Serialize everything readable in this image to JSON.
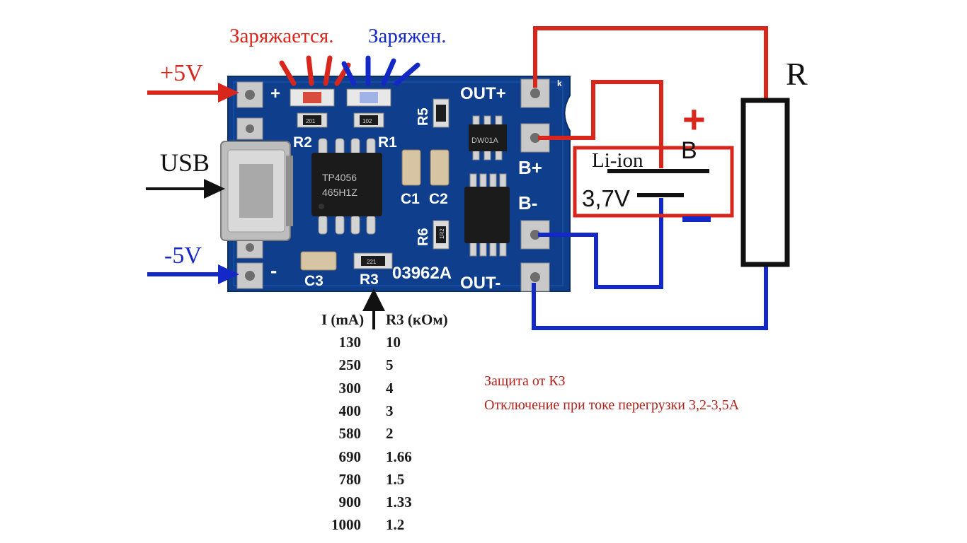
{
  "colors": {
    "red": "#d8261c",
    "blue": "#1428c8",
    "board": "#0f3f8c",
    "pad": "#c9c9c9",
    "text_dark": "#1a1a1a",
    "note_red": "#b3241f"
  },
  "labels": {
    "charging": "Заряжается.",
    "charged": "Заряжен.",
    "plus5v": "+5V",
    "minus5v": "-5V",
    "usb": "USB",
    "r": "R",
    "li_ion": "Li-ion",
    "volt": "3,7V",
    "b_plus_sign": "+",
    "b_letter": "B",
    "b_minus_sign": "_"
  },
  "board": {
    "out_plus": "OUT+",
    "out_minus": "OUT-",
    "b_plus": "B+",
    "b_minus": "B-",
    "r1": "R1",
    "r2": "R2",
    "r3": "R3",
    "r5": "R5",
    "r6": "R6",
    "c1": "C1",
    "c2": "C2",
    "c3": "C3",
    "model": "03962A",
    "chip_line1": "TP4056",
    "chip_line2": "465H1Z",
    "chip2_text": "DW01A",
    "plus_mark": "+",
    "minus_mark": "-",
    "res_r1": "102",
    "res_r2": "201",
    "res_r3": "221",
    "res_r6": "1R2",
    "corner_mark": "k"
  },
  "table": {
    "header_i": "I (mA)",
    "header_r": "R3 (кОм)",
    "rows": [
      {
        "i": "130",
        "r": "10"
      },
      {
        "i": "250",
        "r": "5"
      },
      {
        "i": "300",
        "r": "4"
      },
      {
        "i": "400",
        "r": "3"
      },
      {
        "i": "580",
        "r": "2"
      },
      {
        "i": "690",
        "r": "1.66"
      },
      {
        "i": "780",
        "r": "1.5"
      },
      {
        "i": "900",
        "r": "1.33"
      },
      {
        "i": "1000",
        "r": "1.2"
      }
    ]
  },
  "notes": {
    "line1": "Защита от КЗ",
    "line2": "Отключение при токе перегрузки 3,2-3,5А"
  }
}
